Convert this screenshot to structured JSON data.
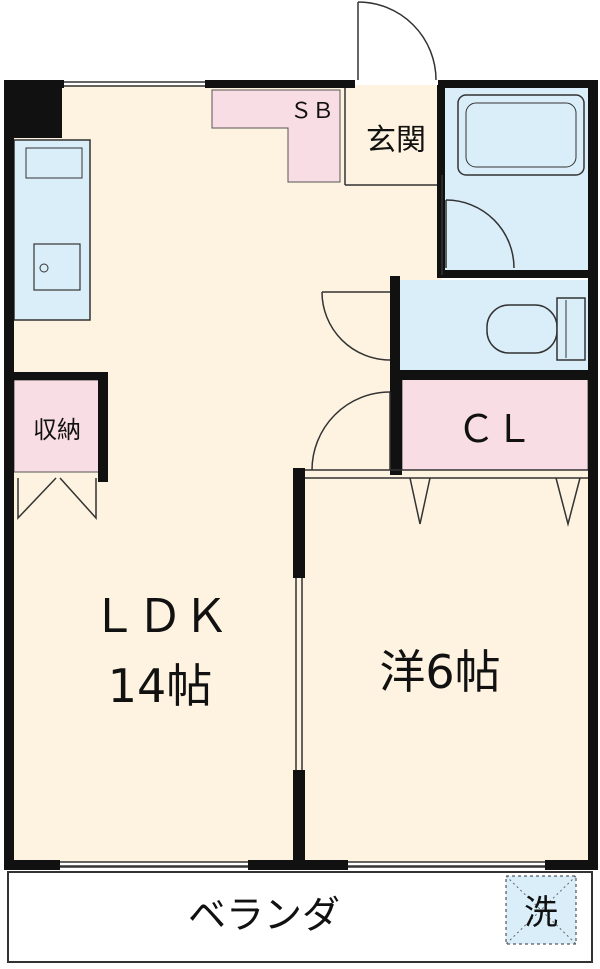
{
  "rooms": {
    "ldk": {
      "name": "ＬＤＫ",
      "size": "14帖"
    },
    "western": {
      "name": "洋6帖"
    },
    "closet": {
      "name": "ＣＬ"
    },
    "storage": {
      "name": "収納"
    },
    "shoe_box": {
      "name": "ＳＢ"
    },
    "entrance": {
      "name": "玄関"
    }
  },
  "balcony": {
    "label": "ベランダ"
  },
  "washer": {
    "label": "洗"
  },
  "colors": {
    "floor": "#fdf3e0",
    "storage_pink": "#f9dde4",
    "wet_area_blue": "#daeefa",
    "wall": "#111111"
  }
}
